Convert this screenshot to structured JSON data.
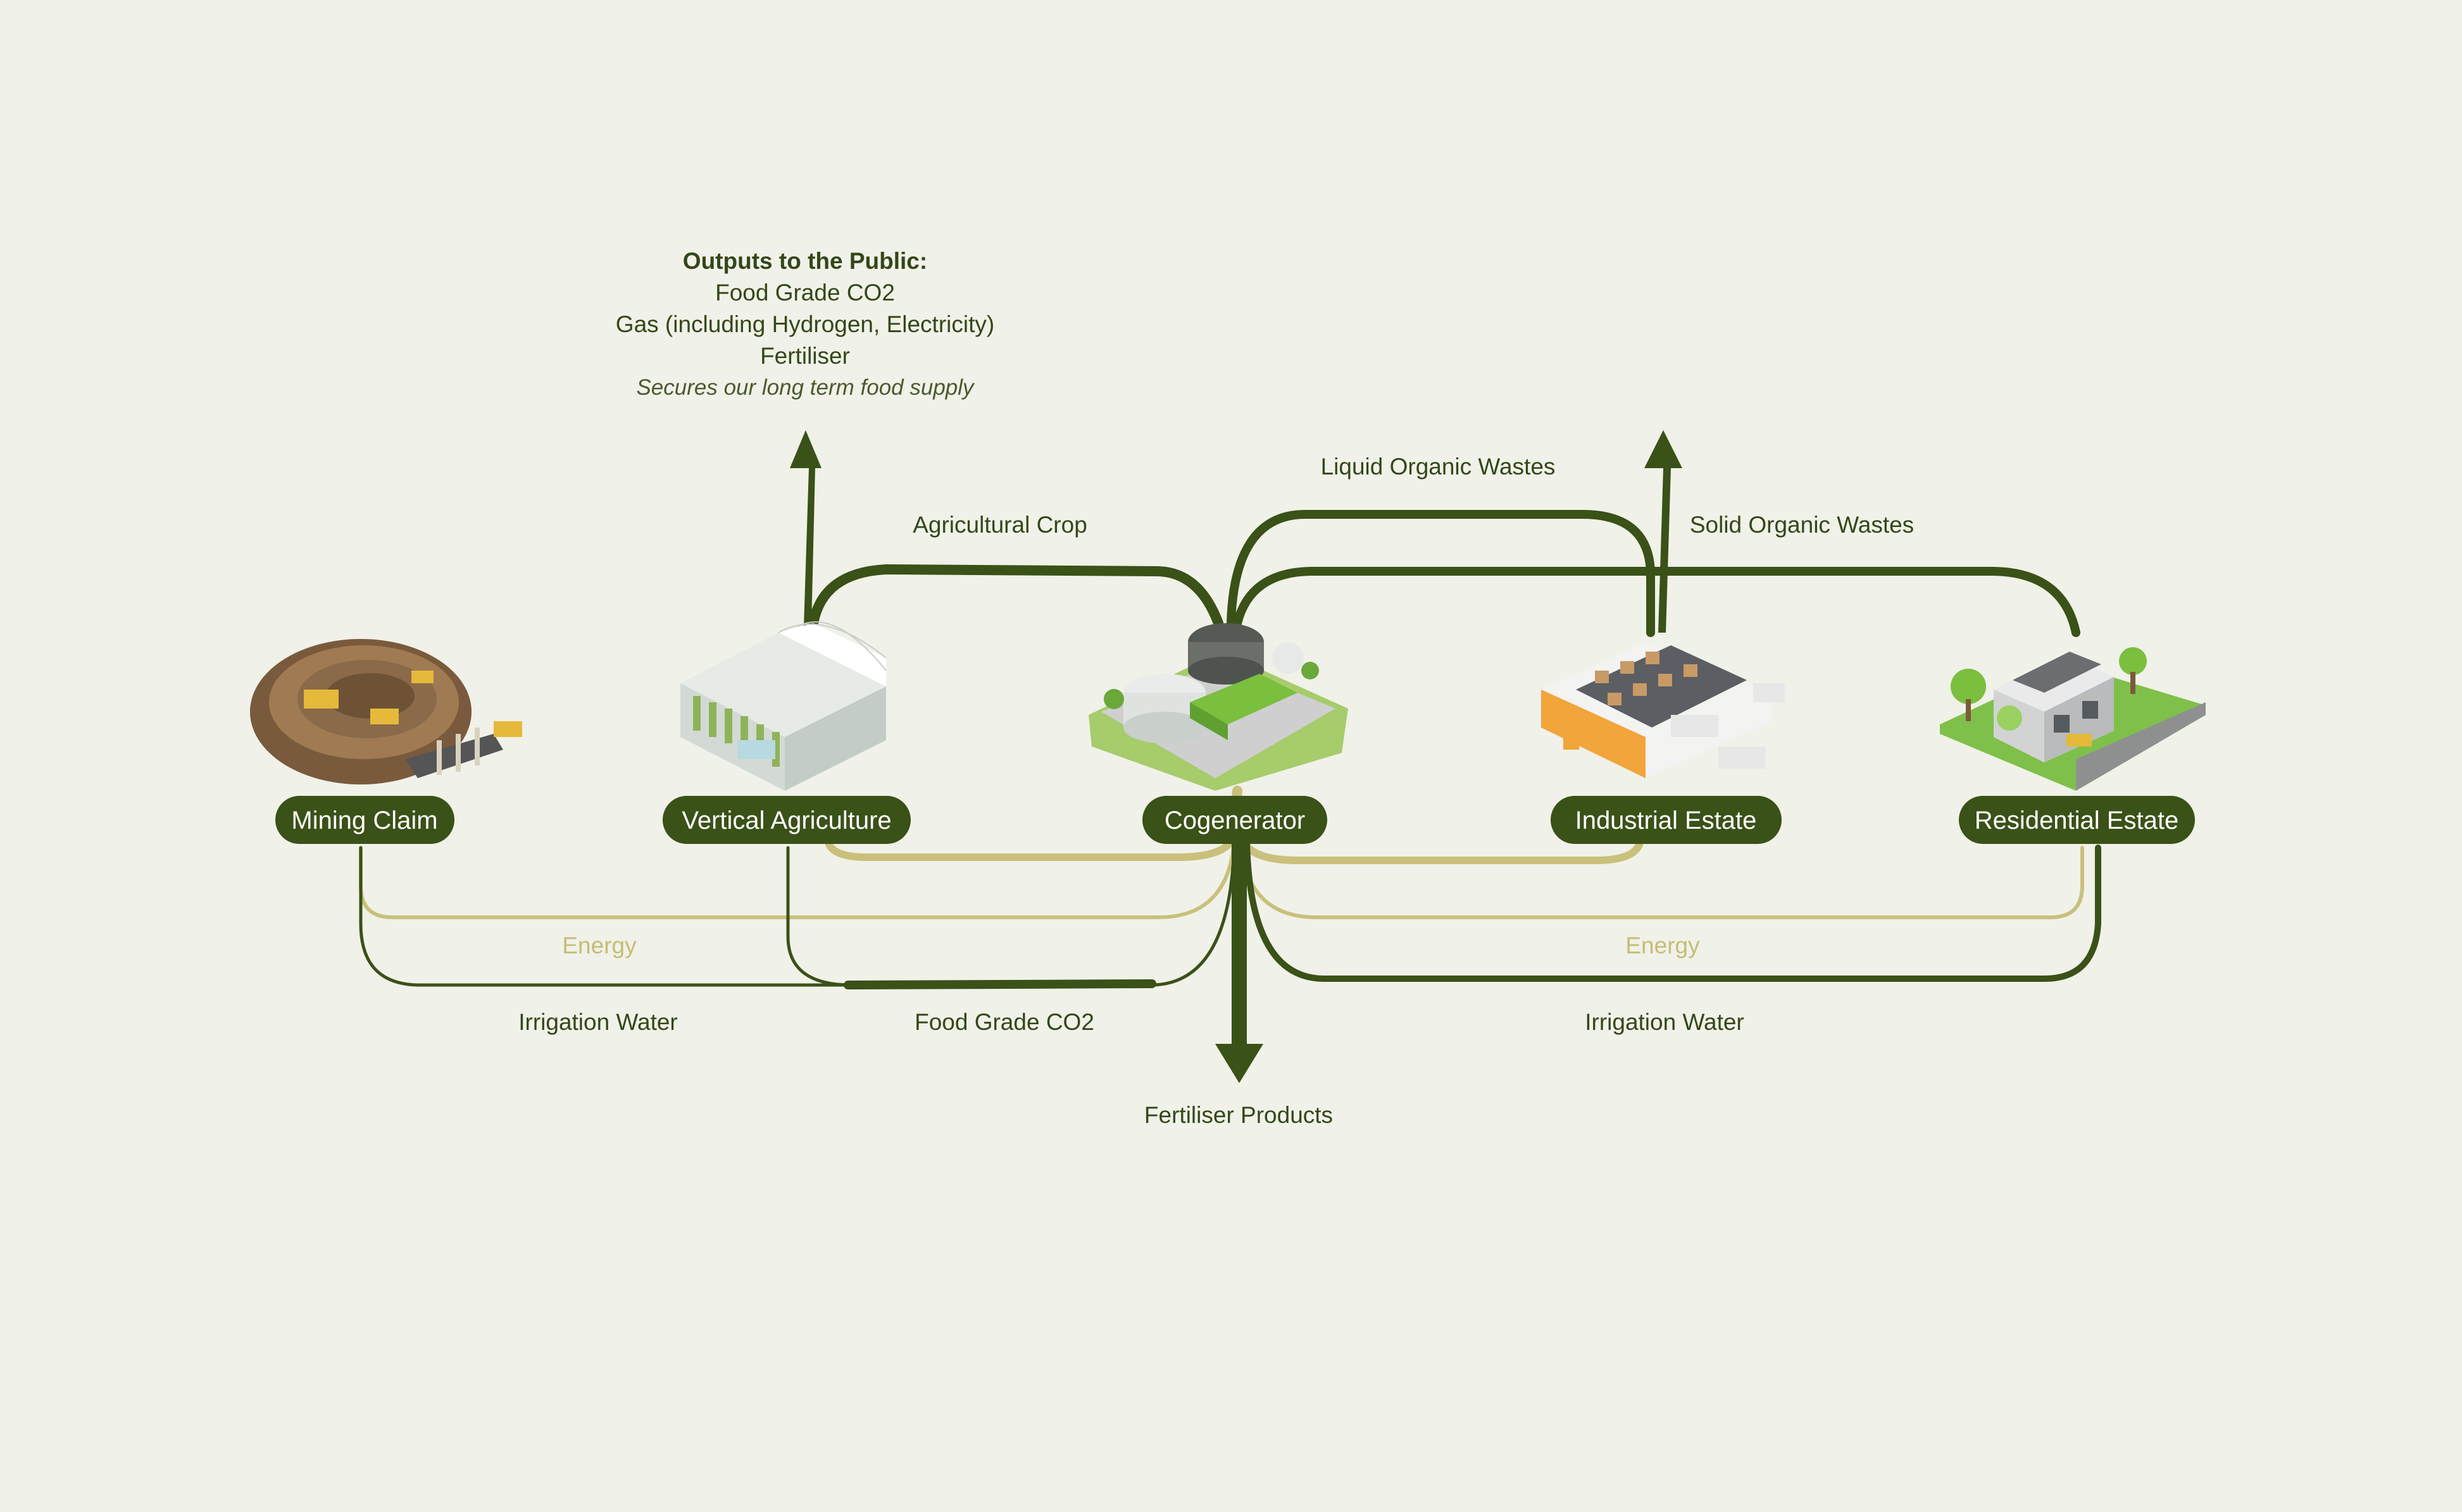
{
  "colors": {
    "background": "#f0f1e8",
    "dark_green": "#3a5118",
    "energy_gold": "#c9c07c",
    "label_green": "#33471a"
  },
  "public_outputs": {
    "title": "Outputs to the Public:",
    "items": [
      "Food Grade CO2",
      "Gas (including Hydrogen, Electricity)",
      "Fertiliser"
    ],
    "note": "Secures our long term food supply"
  },
  "nodes": [
    {
      "id": "mining",
      "label": "Mining Claim",
      "icon": "open-pit-mine-icon"
    },
    {
      "id": "vertical",
      "label": "Vertical Agriculture",
      "icon": "greenhouse-icon"
    },
    {
      "id": "cogen",
      "label": "Cogenerator",
      "icon": "biogas-plant-icon"
    },
    {
      "id": "industrial",
      "label": "Industrial Estate",
      "icon": "warehouse-icon"
    },
    {
      "id": "residential",
      "label": "Residential Estate",
      "icon": "houses-icon"
    }
  ],
  "flows": {
    "agricultural_crop": "Agricultural Crop",
    "liquid_organic_wastes": "Liquid Organic Wastes",
    "solid_organic_wastes": "Solid Organic Wastes",
    "energy_left": "Energy",
    "energy_right": "Energy",
    "irrigation_left": "Irrigation Water",
    "irrigation_right": "Irrigation Water",
    "food_grade_co2": "Food Grade CO2",
    "fertiliser_products": "Fertiliser Products"
  }
}
